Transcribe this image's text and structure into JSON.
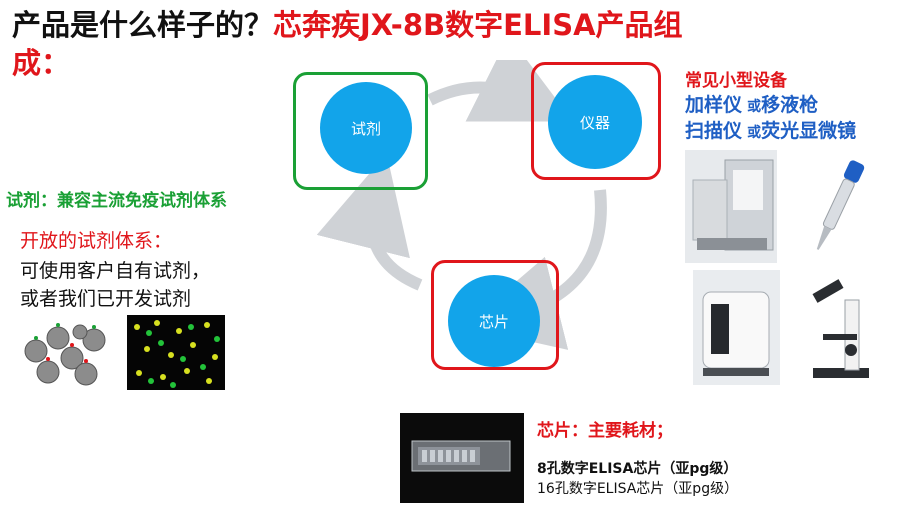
{
  "title": {
    "part1": "产品是什么样子的？",
    "part2": "芯奔疾JX-8B数字ELISA产品组",
    "part3": "成："
  },
  "cycle": {
    "reagent": "试剂",
    "instrument": "仪器",
    "chip": "芯片"
  },
  "left": {
    "reagent_heading": "试剂：兼容主流免疫试剂体系",
    "open_heading": "开放的试剂体系：",
    "line1": "可使用客户自有试剂，",
    "line2": "或者我们已开发试剂"
  },
  "right": {
    "heading": "常见小型设备",
    "row1_main": "加样仪",
    "row1_or": "或",
    "row1_alt": "移液枪",
    "row2_main": "扫描仪",
    "row2_or": "或",
    "row2_alt": "荧光显微镜"
  },
  "bottom": {
    "chip_heading": "芯片：主要耗材；",
    "item1": "8孔数字ELISA芯片（亚pg级）",
    "item2": "16孔数字ELISA芯片（亚pg级）"
  },
  "colors": {
    "accent_red": "#e0161b",
    "green": "#1aa035",
    "blue": "#1f5fc4",
    "circle": "#12a4ea"
  }
}
